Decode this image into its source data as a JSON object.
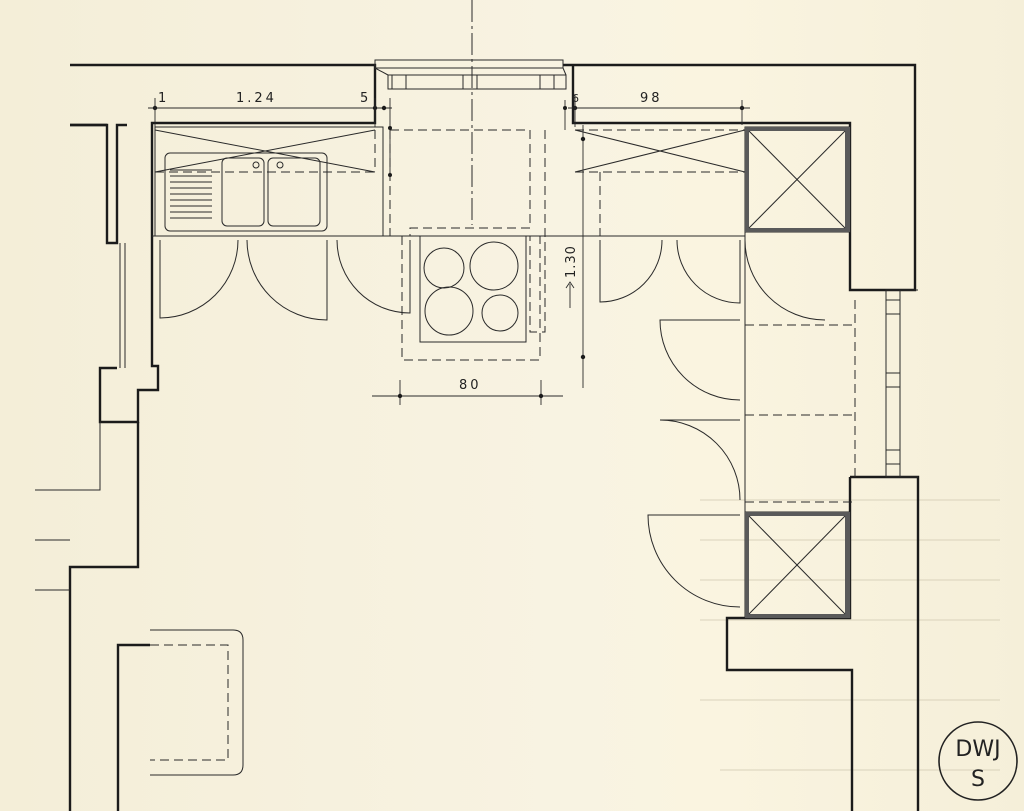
{
  "drawing": {
    "dimensions": {
      "left_margin": "1",
      "sink_counter_width": "1.24",
      "right_margin": "5",
      "right_counter_width": "98",
      "corner_offset": "6",
      "stove_width": "80",
      "depth": "1.30"
    },
    "stamp": {
      "line1": "DWJ",
      "line2": "S"
    }
  },
  "colors": {
    "paper": "#f6f0dc",
    "ink": "#1b1b1b"
  }
}
